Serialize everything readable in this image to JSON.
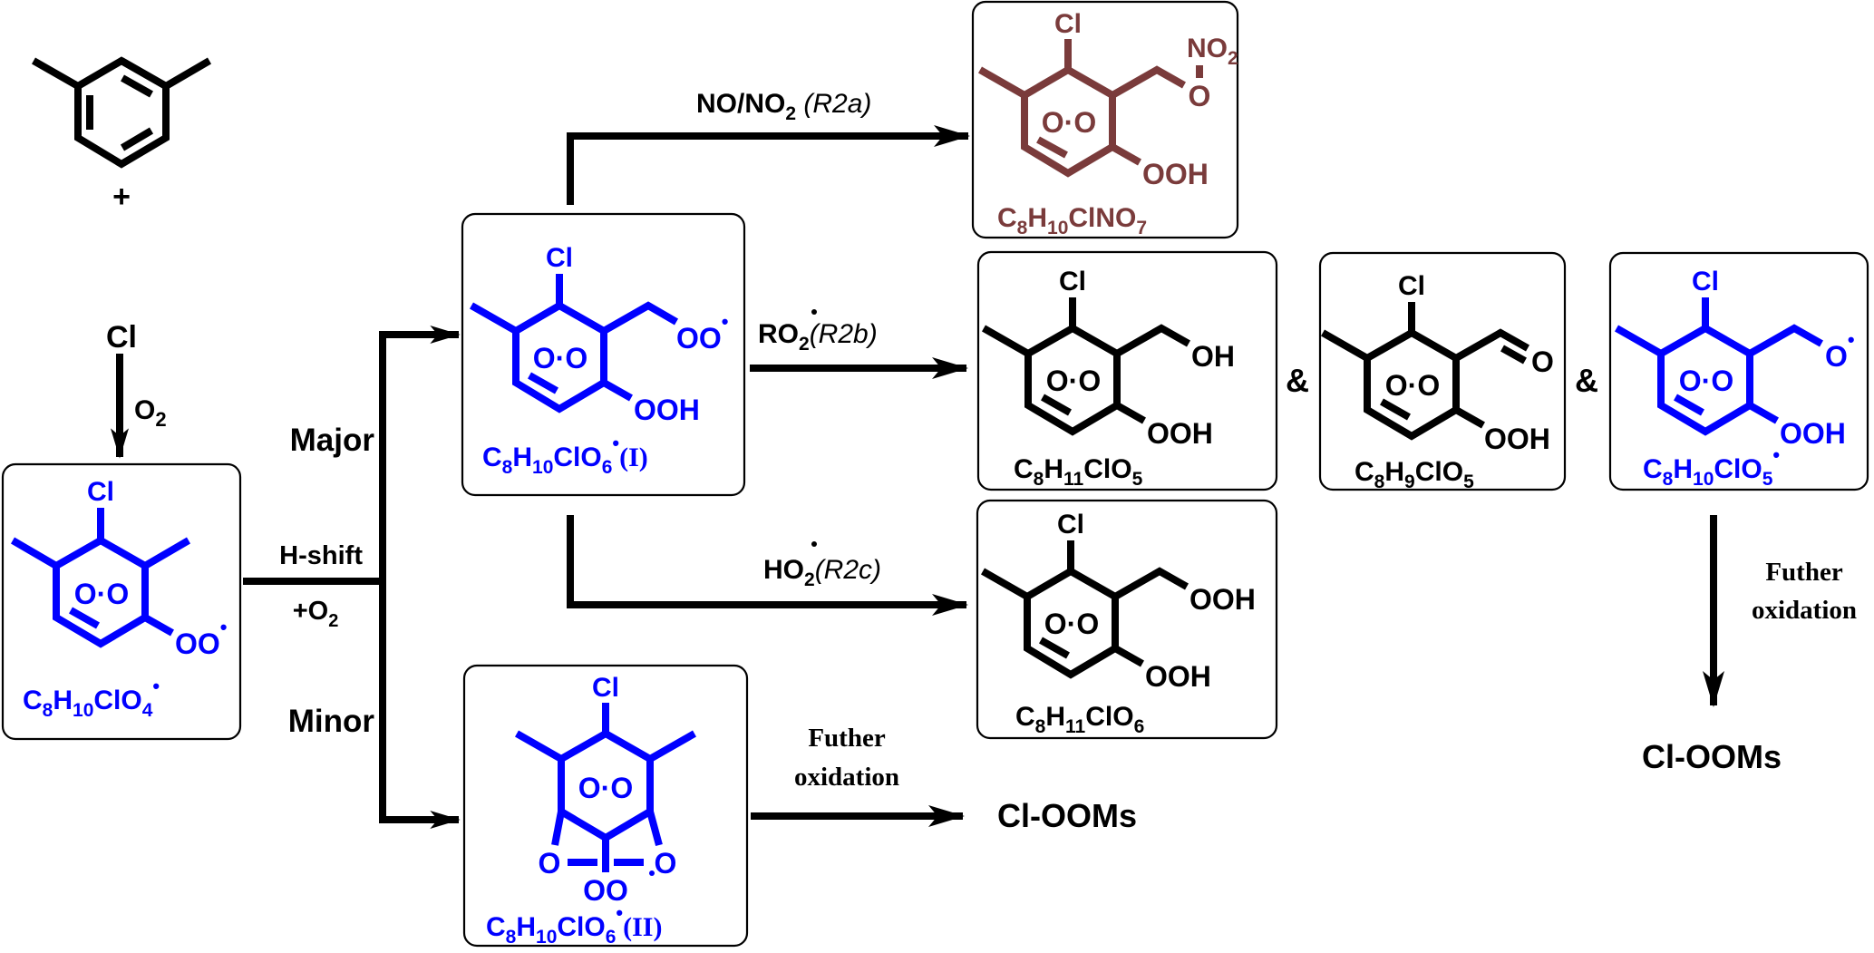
{
  "colors": {
    "intermediate": "#0000ff",
    "nitrate_product": "#7a3b3b",
    "product": "#000000",
    "arrow": "#000000"
  },
  "reactants": {
    "aromatic": "m-xylene",
    "plus": "+",
    "oxidant": "Cl",
    "reagent_O2": "O",
    "reagent_O2_sub": "2"
  },
  "branch": {
    "major": "Major",
    "minor": "Minor",
    "hshift": "H-shift",
    "plus_o2": "+O",
    "plus_o2_sub": "2"
  },
  "pathways": {
    "r2a": {
      "reagent": "NO/NO",
      "reagent_sub": "2",
      "label": " (R2a)"
    },
    "r2b": {
      "reagent": "RO",
      "reagent_sub": "2",
      "label": "(R2b)"
    },
    "r2c": {
      "reagent": "HO",
      "reagent_sub": "2",
      "label": "(R2c)"
    },
    "further_oxidation_1": "Futher",
    "further_oxidation_2": "oxidation",
    "ampersand": "&"
  },
  "species": {
    "ro2_initial": {
      "formula": [
        "C",
        "8",
        "H",
        "10",
        "ClO",
        "4"
      ],
      "groups": {
        "cl": "Cl",
        "oo": "OO",
        "bridge": "O·O"
      },
      "radical": true
    },
    "ro2_I": {
      "formula": [
        "C",
        "8",
        "H",
        "10",
        "ClO",
        "6"
      ],
      "tag": "(I)",
      "groups": {
        "cl": "Cl",
        "oo": "OO",
        "ooh": "OOH",
        "bridge": "O·O"
      },
      "radical": true
    },
    "ro2_II": {
      "formula": [
        "C",
        "8",
        "H",
        "10",
        "ClO",
        "6"
      ],
      "tag": "(II)",
      "groups": {
        "cl": "Cl",
        "o_left": "O",
        "o_right": "O",
        "oo": "OO",
        "bridge": "O·O"
      },
      "radical": true
    },
    "nitrate": {
      "formula": [
        "C",
        "8",
        "H",
        "10",
        "ClNO",
        "7"
      ],
      "groups": {
        "cl": "Cl",
        "no2": "NO",
        "no2_sub": "2",
        "o": "O",
        "ooh": "OOH",
        "bridge": "O·O"
      }
    },
    "alcohol": {
      "formula": [
        "C",
        "8",
        "H",
        "11",
        "ClO",
        "5"
      ],
      "groups": {
        "cl": "Cl",
        "oh": "OH",
        "ooh": "OOH",
        "bridge": "O·O"
      }
    },
    "carbonyl": {
      "formula": [
        "C",
        "8",
        "H",
        "9",
        "ClO",
        "5"
      ],
      "groups": {
        "cl": "Cl",
        "o": "O",
        "ooh": "OOH",
        "bridge": "O·O"
      }
    },
    "alkoxy": {
      "formula": [
        "C",
        "8",
        "H",
        "10",
        "ClO",
        "5"
      ],
      "groups": {
        "cl": "Cl",
        "o": "O",
        "ooh": "OOH",
        "bridge": "O·O"
      },
      "radical": true
    },
    "hydroperoxide": {
      "formula": [
        "C",
        "8",
        "H",
        "11",
        "ClO",
        "6"
      ],
      "groups": {
        "cl": "Cl",
        "ooh1": "OOH",
        "ooh2": "OOH",
        "bridge": "O·O"
      }
    }
  },
  "outcomes": {
    "cl_ooms_1": "Cl-OOMs",
    "cl_ooms_2": "Cl-OOMs"
  }
}
